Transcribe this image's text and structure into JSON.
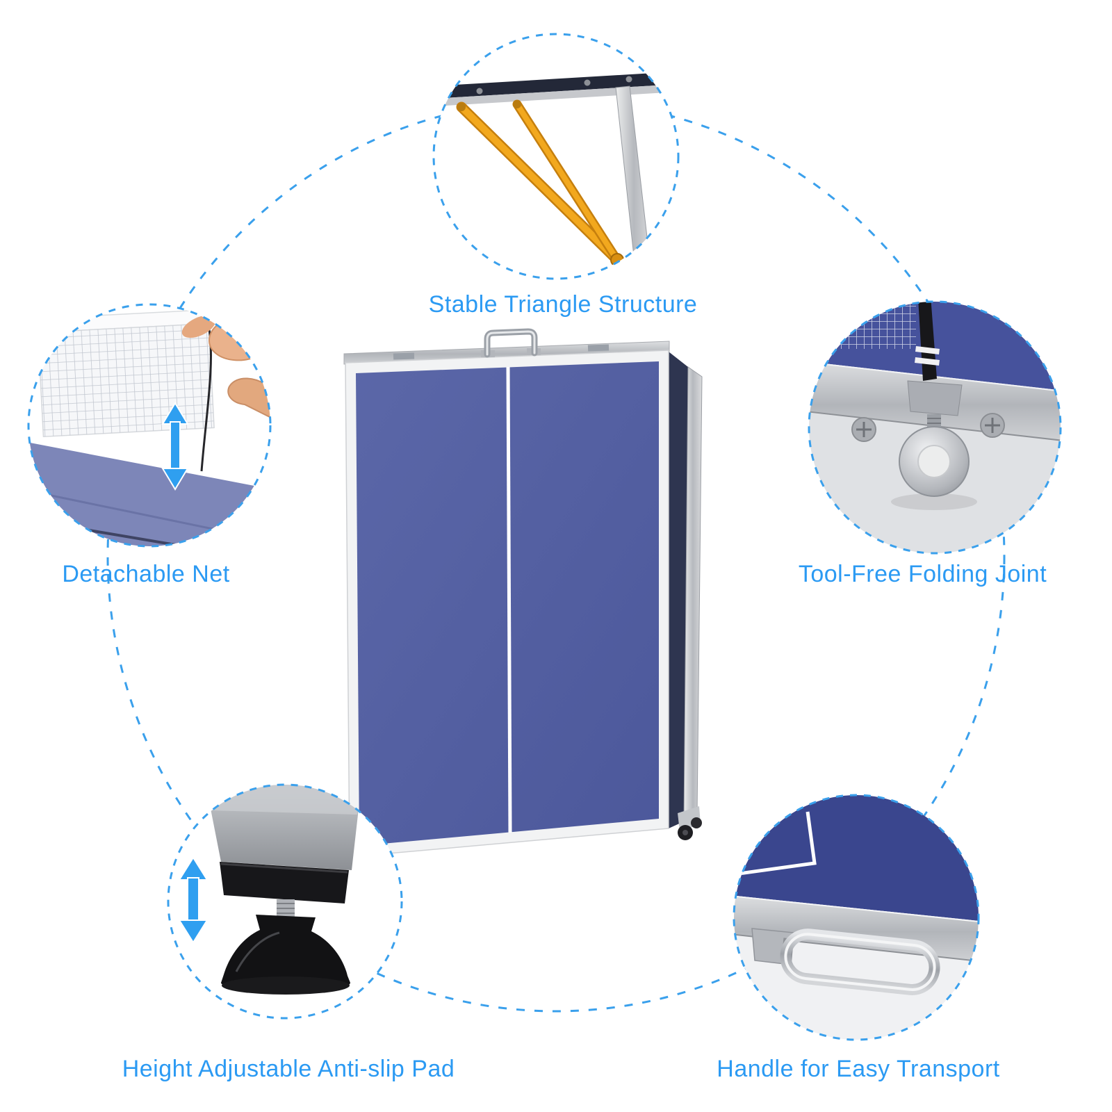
{
  "colors": {
    "label_text": "#2b9af3",
    "dashed_outline": "#3aa0ec",
    "arrow_blue": "#2f9ff0",
    "table_blue": "#5361a1",
    "brace_yellow": "#f0a51c"
  },
  "callouts": [
    {
      "id": "stable-triangle-structure",
      "label": "Stable Triangle Structure"
    },
    {
      "id": "detachable-net",
      "label": "Detachable Net"
    },
    {
      "id": "tool-free-folding-joint",
      "label": "Tool-Free Folding Joint"
    },
    {
      "id": "height-adjustable-anti-slip-pad",
      "label": "Height Adjustable Anti-slip Pad"
    },
    {
      "id": "handle-for-easy-transport",
      "label": "Handle for Easy Transport"
    }
  ]
}
